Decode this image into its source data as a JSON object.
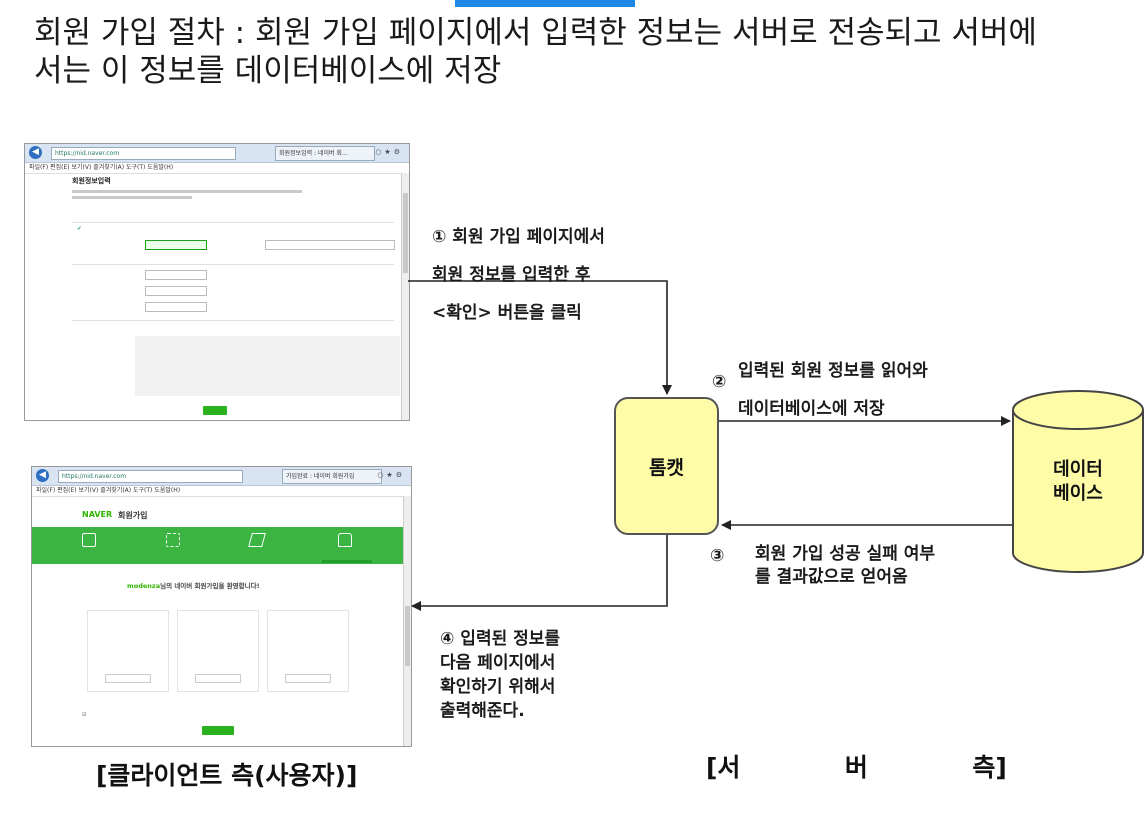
{
  "title": "회원 가입 절차 : 회원 가입 페이지에서 입력한 정보는 서버로 전송되고 서버에\n서는 이 정보를 데이터베이스에 저장",
  "client_screens": {
    "signup_form": {
      "address": "https://nid.naver.com",
      "tab": "회원정보입력 : 네이버 회...",
      "menu": "파일(F)  편집(E)  보기(V)  즐겨찾기(A)  도구(T)  도움말(H)",
      "page_title": "회원정보입력"
    },
    "signup_complete": {
      "address": "https://nid.naver.com",
      "tab": "가입완료 : 네이버 회원가입",
      "menu": "파일(F)  편집(E)  보기(V)  즐겨찾기(A)  도구(T)  도움말(H)",
      "brand": "NAVER",
      "page_title": "회원가입",
      "welcome_name": "modenza",
      "welcome_text": "님의 네이버 회원가입을 환영합니다!"
    }
  },
  "server": {
    "tomcat_label": "톰캣",
    "database_label": "데이터\n베이스"
  },
  "steps": {
    "step1": "① 회원 가입 페이지에서\n회원 정보를 입력한 후\n<확인> 버튼을 클릭",
    "step2_marker": "②",
    "step2": "입력된 회원 정보를 읽어와\n데이터베이스에 저장",
    "step3_marker": "③",
    "step3": "회원 가입 성공 실패 여부\n를 결과값으로 얻어옴",
    "step4": "④ 입력된 정보를\n다음 페이지에서\n확인하기 위해서\n출력해준다."
  },
  "captions": {
    "client": "[클라이언트 측(사용자)]",
    "server": "[서            버            측]"
  },
  "colors": {
    "tomcat_fill": "#fffca8",
    "database_fill": "#fffca8",
    "naver_green": "#3cb441",
    "top_tab": "#1e88e5"
  }
}
